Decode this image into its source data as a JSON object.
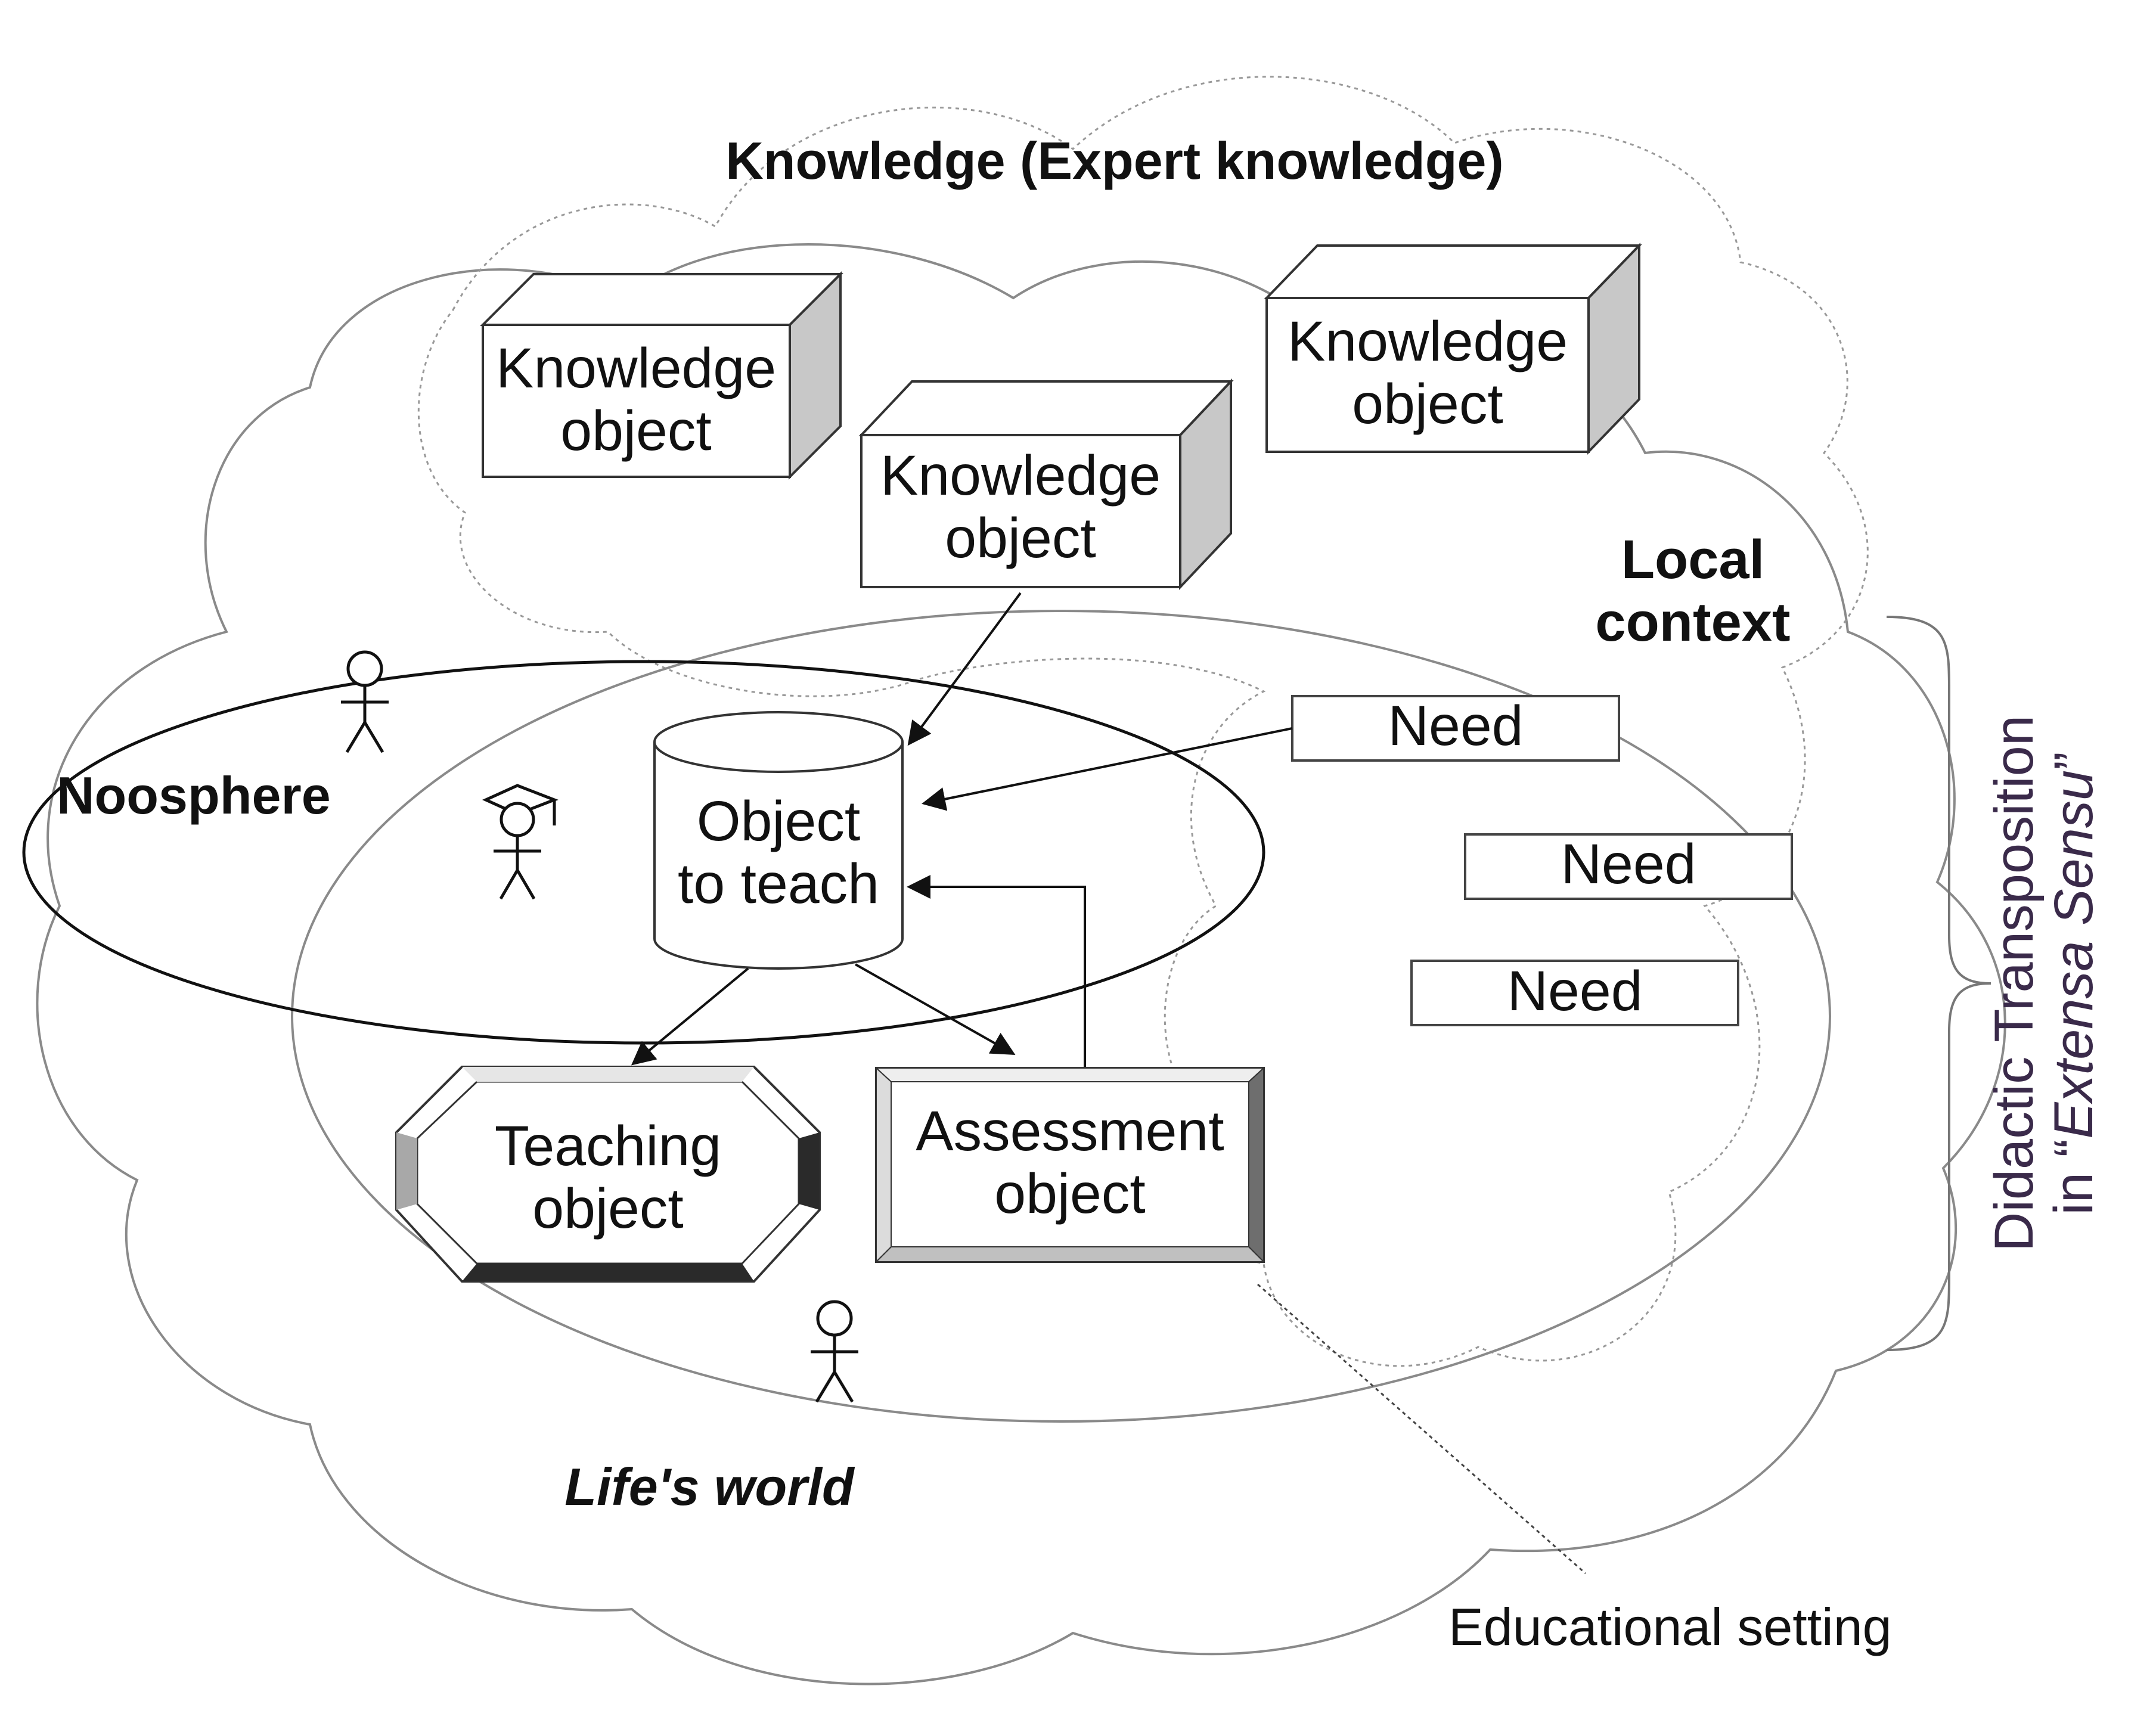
{
  "outer_cloud_label": "Knowledge (Expert knowledge)",
  "local_context": {
    "line1": "Local",
    "line2": "context"
  },
  "knowledge_objects": [
    {
      "line1": "Knowledge",
      "line2": "object"
    },
    {
      "line1": "Knowledge",
      "line2": "object"
    },
    {
      "line1": "Knowledge",
      "line2": "object"
    }
  ],
  "object_to_teach": {
    "line1": "Object",
    "line2": "to teach"
  },
  "teaching_object": {
    "line1": "Teaching",
    "line2": "object"
  },
  "assessment_object": {
    "line1": "Assessment",
    "line2": "object"
  },
  "needs": [
    "Need",
    "Need",
    "Need"
  ],
  "noosphere_label": "Noosphere",
  "lifes_world_label": "Life's world",
  "educational_setting_label": "Educational setting",
  "side_label": {
    "line1": "Didactic Transposition",
    "line2_prefix": "in “",
    "line2_italic": "Extensa Sensu",
    "line2_suffix": "”"
  },
  "colors": {
    "stroke": "#111111",
    "box_side": "#c8c8c8",
    "cloud_stroke": "#9a9a9a",
    "side_label": "#3a2a4a"
  }
}
